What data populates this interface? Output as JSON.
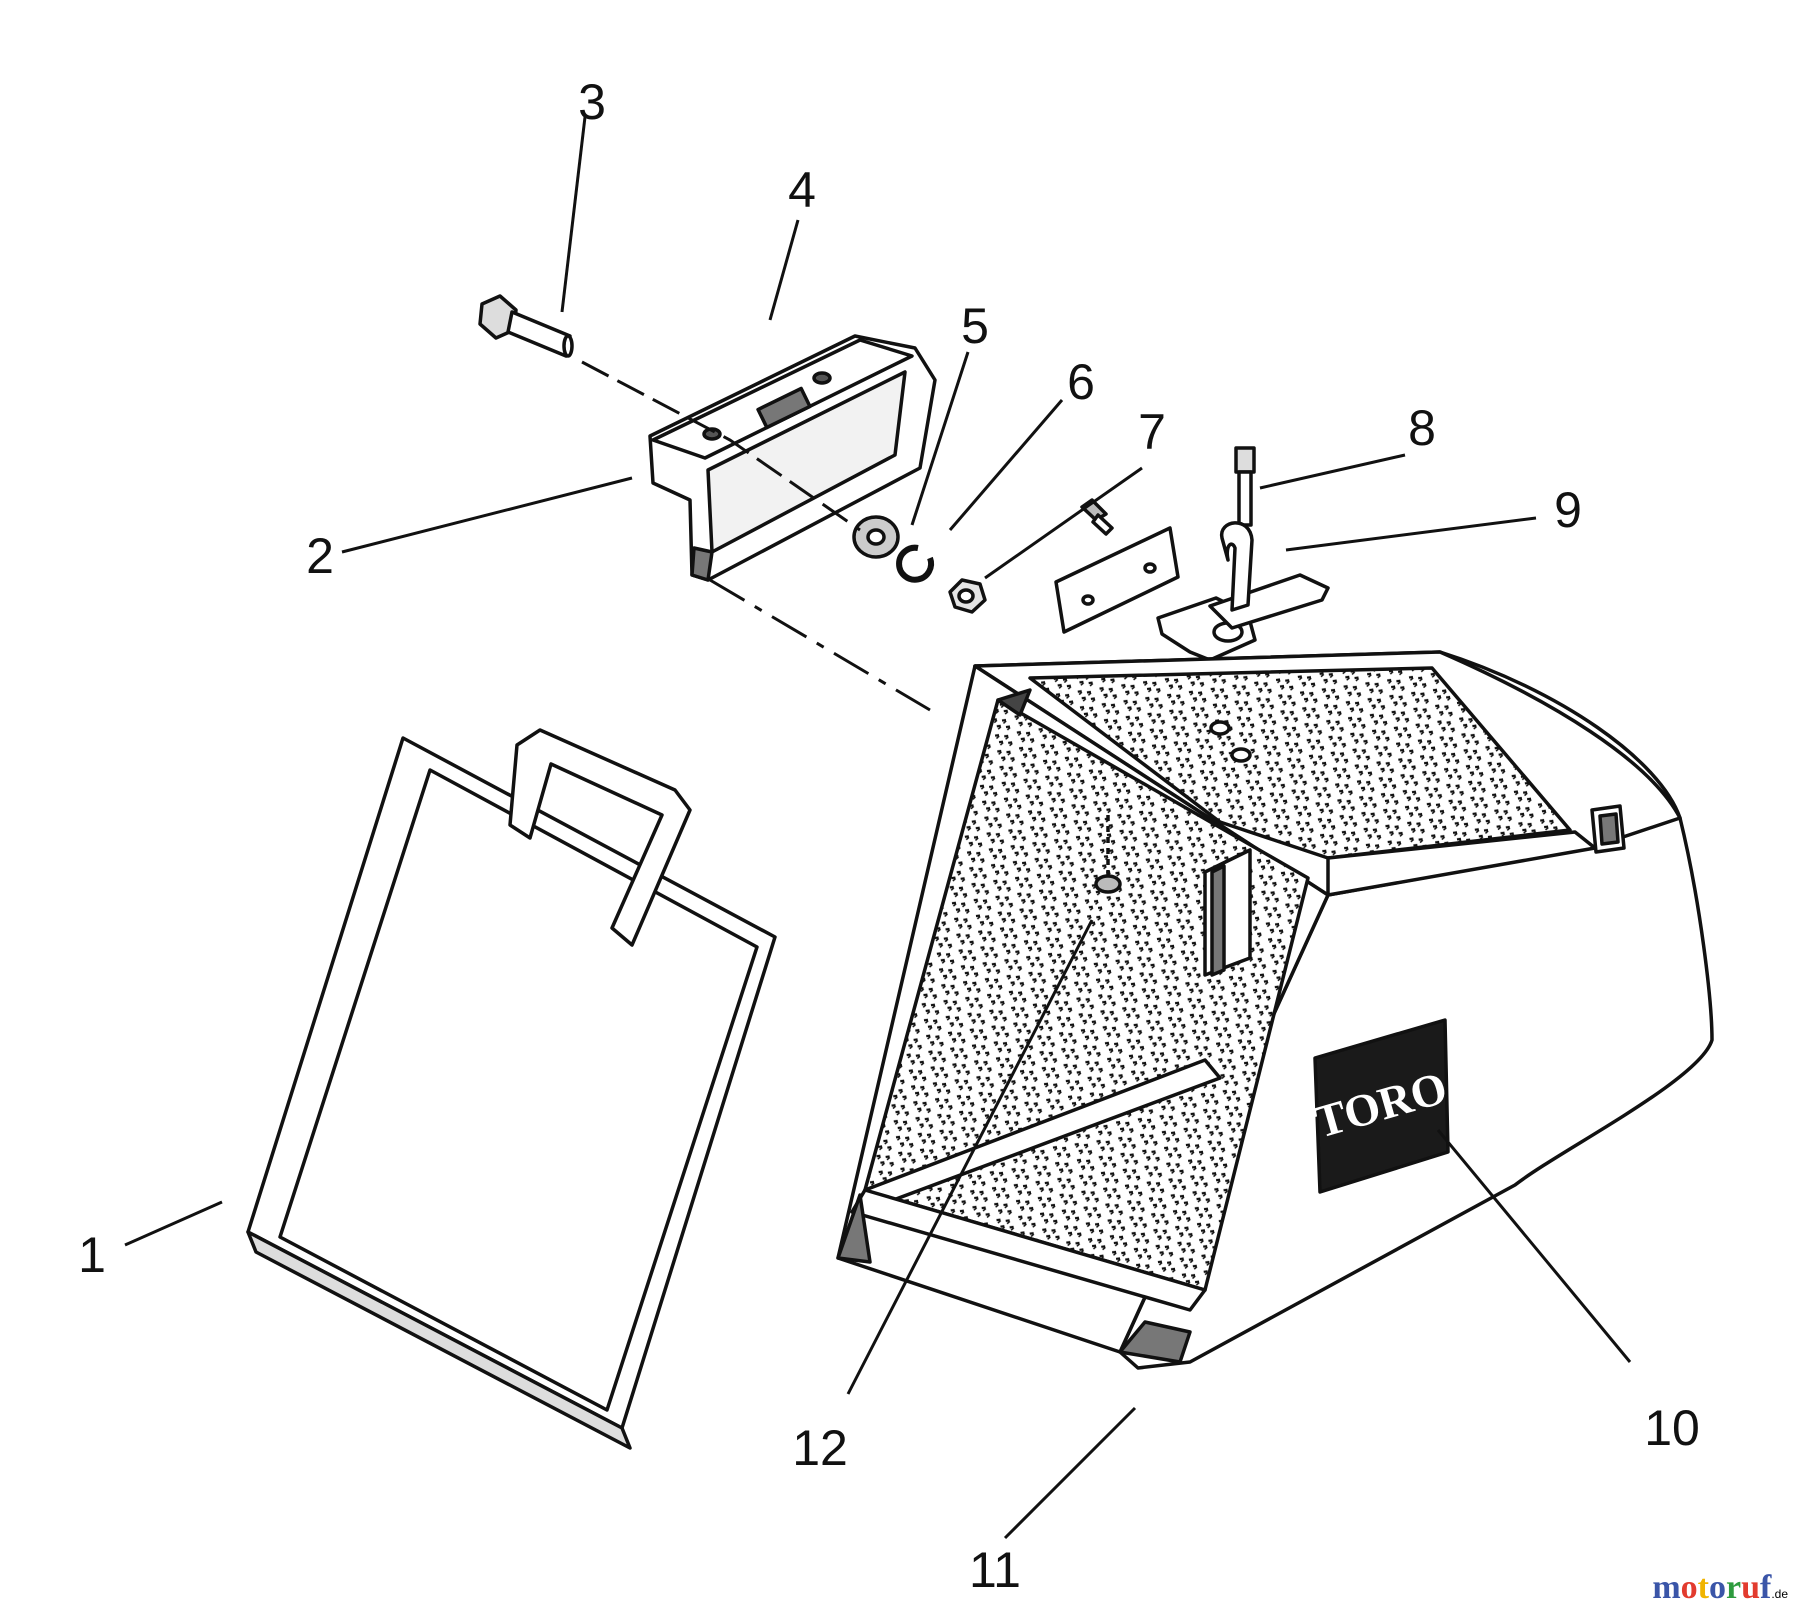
{
  "diagram": {
    "callouts": [
      "1",
      "2",
      "3",
      "4",
      "5",
      "6",
      "7",
      "8",
      "9",
      "10",
      "11",
      "12"
    ],
    "logo": "TORO"
  },
  "watermark": {
    "letters": [
      {
        "char": "m",
        "color": "#3a55a8"
      },
      {
        "char": "o",
        "color": "#e23b2e"
      },
      {
        "char": "t",
        "color": "#f0b400"
      },
      {
        "char": "o",
        "color": "#3a55a8"
      },
      {
        "char": "r",
        "color": "#2e9b3e"
      },
      {
        "char": "u",
        "color": "#e23b2e"
      },
      {
        "char": "f",
        "color": "#3a55a8"
      }
    ],
    "tld": ".de"
  },
  "colors": {
    "ink": "#111111",
    "logo_plate": "#1a1a1a",
    "background": "#ffffff"
  }
}
